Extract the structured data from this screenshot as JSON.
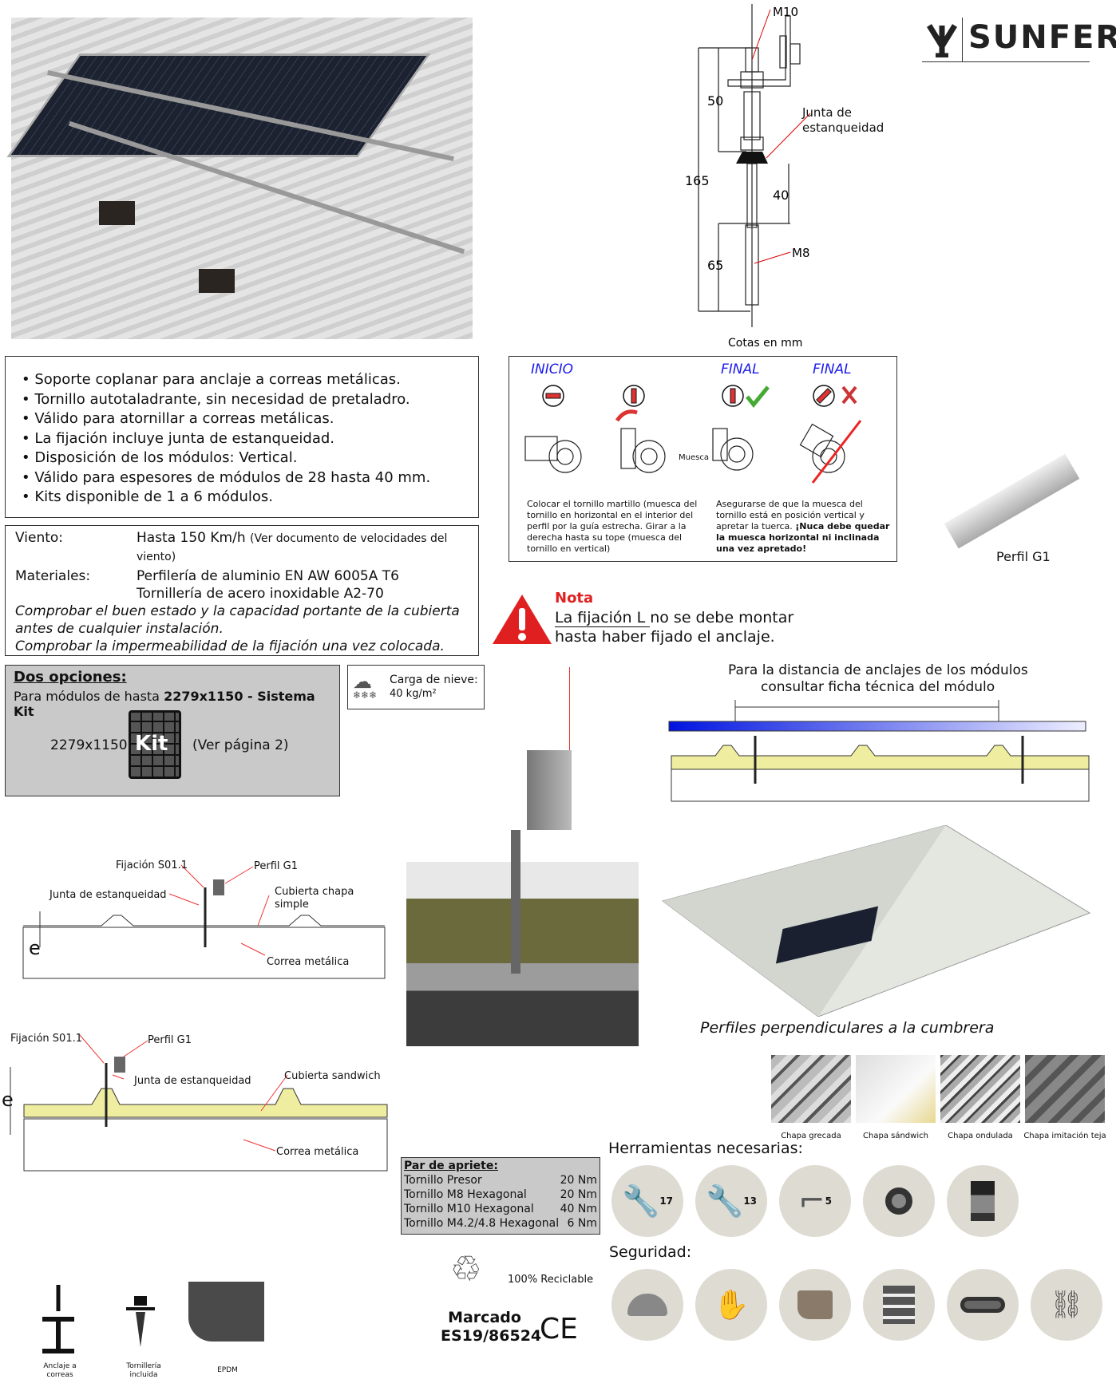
{
  "brand": {
    "name": "SUNFER"
  },
  "bolt_drawing": {
    "m10": "M10",
    "m8": "M8",
    "seal": "Junta de\nestanqueidad",
    "dim_50": "50",
    "dim_165": "165",
    "dim_40": "40",
    "dim_65": "65",
    "units": "Cotas en mm"
  },
  "features": [
    "Soporte coplanar para anclaje a correas metálicas.",
    "Tornillo autotaladrante, sin necesidad de pretaladro.",
    "Válido para atornillar a correas metálicas.",
    "La fijación incluye junta de estanqueidad.",
    "Disposición de los módulos: Vertical.",
    "Válido para espesores de módulos de 28 hasta 40 mm.",
    "Kits disponible de 1 a 6 módulos."
  ],
  "specs": {
    "wind_label": "Viento:",
    "wind_value": "Hasta 150 Km/h",
    "wind_note": "(Ver documento de velocidades del",
    "wind_note2": "viento)",
    "materials_label": "Materiales:",
    "material_1": "Perfilería de aluminio EN AW 6005A T6",
    "material_2": "Tornillería de acero inoxidable A2-70",
    "note_1": "Comprobar el buen estado y la capacidad portante de la cubierta antes de cualquier instalación.",
    "note_2": "Comprobar la impermeabilidad de la fijación una vez colocada."
  },
  "instructions": {
    "start": "INICIO",
    "final_ok": "FINAL",
    "final_bad": "FINAL",
    "notch": "Muesca",
    "text_left": "Colocar el tornillo martillo (muesca del tornillo en horizontal en el interior del perfil por la guía estrecha. Girar a la derecha hasta su tope (muesca del tornillo en vertical)",
    "text_right": "Asegurarse de que la muesca del tornillo está en posición vertical y apretar la tuerca.",
    "text_right_bold": "¡Nuca debe quedar la muesca horizontal ni inclinada una vez apretado!"
  },
  "profile": {
    "label": "Perfil G1"
  },
  "note": {
    "title": "Nota",
    "underlined": "La fijación L ",
    "line1_rest": "no se debe montar",
    "line2": "hasta haber fijado el anclaje."
  },
  "options": {
    "title": "Dos opciones:",
    "line_prefix": "Para módulos de hasta ",
    "line_bold": "2279x1150 - Sistema Kit",
    "size": "2279x1150",
    "kit": "Kit",
    "page_ref": "(Ver página 2)"
  },
  "snow": {
    "label": "Carga de nieve:",
    "value": "40 kg/m²"
  },
  "distance": {
    "line1": "Para la distancia de anclajes de los módulos",
    "line2": "consultar ficha técnica del módulo"
  },
  "roof_caption": "Perfiles perpendiculares a la cumbrera",
  "section1": {
    "fixing": "Fijación S01.1",
    "profile": "Perfil G1",
    "seal": "Junta de estanqueidad",
    "roof": "Cubierta chapa\nsimple",
    "purlin": "Correa metálica",
    "e": "e"
  },
  "section2": {
    "fixing": "Fijación S01.1",
    "profile": "Perfil G1",
    "seal": "Junta de estanqueidad",
    "roof": "Cubierta sandwich",
    "purlin": "Correa metálica",
    "e": "e"
  },
  "roof_types": [
    "Chapa grecada",
    "Chapa sándwich",
    "Chapa ondulada",
    "Chapa imitación teja"
  ],
  "tools": {
    "title": "Herramientas necesarias:",
    "items": [
      "17",
      "13",
      "5"
    ]
  },
  "safety": {
    "title": "Seguridad:"
  },
  "torque": {
    "title": "Par de apriete:",
    "rows": [
      {
        "name": "Tornillo Presor",
        "value": "20 Nm"
      },
      {
        "name": "Tornillo M8 Hexagonal",
        "value": "20 Nm"
      },
      {
        "name": "Tornillo M10 Hexagonal",
        "value": "40 Nm"
      },
      {
        "name": "Tornillo M4.2/4.8 Hexagonal",
        "value": "6 Nm"
      }
    ]
  },
  "recycle": "100% Reciclable",
  "marking": {
    "line1": "Marcado",
    "line2": "ES19/86524",
    "ce": "CE"
  },
  "bottom_icons": [
    {
      "label": "Anclaje a correas"
    },
    {
      "label": "Tornillería incluida"
    },
    {
      "label": "EPDM"
    }
  ]
}
